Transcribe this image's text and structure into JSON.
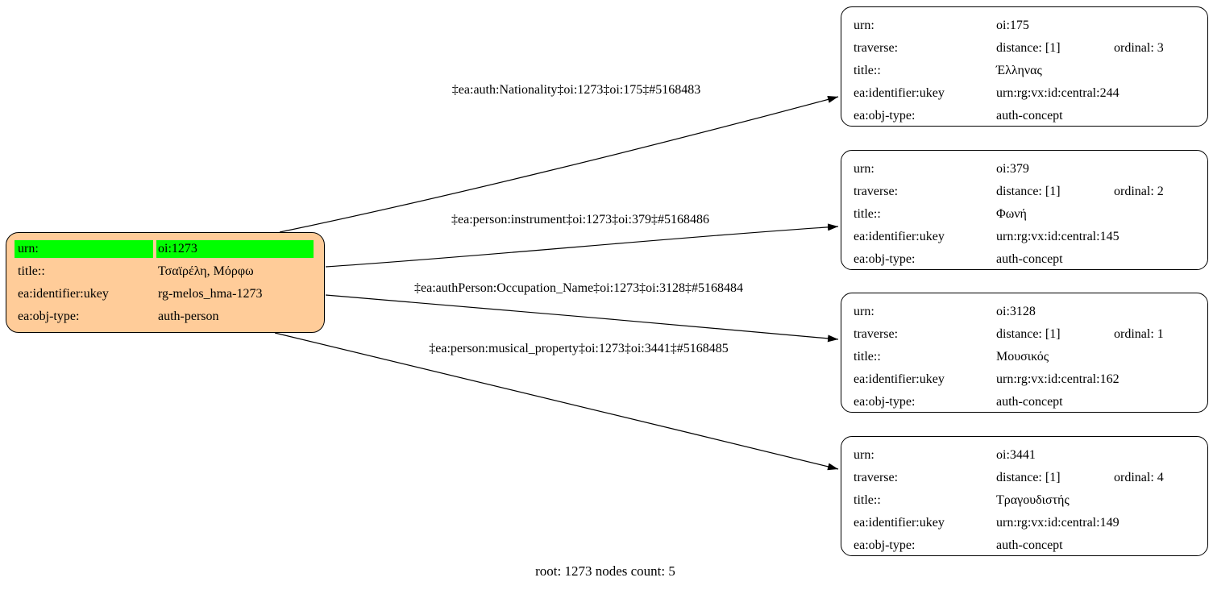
{
  "caption": "root: 1273 nodes count: 5",
  "colors": {
    "root_fill": "#FFCC99",
    "highlight": "#00FF00",
    "node_fill": "#FFFFFF",
    "line": "#000000"
  },
  "root": {
    "rows": [
      {
        "label": "urn:",
        "value": "oi:1273"
      },
      {
        "label": "title::",
        "value": "Τσαϊρέλη, Μόρφω"
      },
      {
        "label": "ea:identifier:ukey",
        "value": "rg-melos_hma-1273"
      },
      {
        "label": "ea:obj-type:",
        "value": "auth-person"
      }
    ]
  },
  "edges": [
    {
      "label": "‡ea:auth:Nationality‡oi:1273‡oi:175‡#5168483"
    },
    {
      "label": "‡ea:person:instrument‡oi:1273‡oi:379‡#5168486"
    },
    {
      "label": "‡ea:authPerson:Occupation_Name‡oi:1273‡oi:3128‡#5168484"
    },
    {
      "label": "‡ea:person:musical_property‡oi:1273‡oi:3441‡#5168485"
    }
  ],
  "nodes": [
    {
      "urn_label": "urn:",
      "urn_value": "oi:175",
      "traverse_label": "traverse:",
      "distance": "distance: [1]",
      "ordinal": "ordinal: 3",
      "title_label": "title::",
      "title_value": "Έλληνας",
      "ukey_label": "ea:identifier:ukey",
      "ukey_value": "urn:rg:vx:id:central:244",
      "objtype_label": "ea:obj-type:",
      "objtype_value": "auth-concept"
    },
    {
      "urn_label": "urn:",
      "urn_value": "oi:379",
      "traverse_label": "traverse:",
      "distance": "distance: [1]",
      "ordinal": "ordinal: 2",
      "title_label": "title::",
      "title_value": "Φωνή",
      "ukey_label": "ea:identifier:ukey",
      "ukey_value": "urn:rg:vx:id:central:145",
      "objtype_label": "ea:obj-type:",
      "objtype_value": "auth-concept"
    },
    {
      "urn_label": "urn:",
      "urn_value": "oi:3128",
      "traverse_label": "traverse:",
      "distance": "distance: [1]",
      "ordinal": "ordinal: 1",
      "title_label": "title::",
      "title_value": "Μουσικός",
      "ukey_label": "ea:identifier:ukey",
      "ukey_value": "urn:rg:vx:id:central:162",
      "objtype_label": "ea:obj-type:",
      "objtype_value": "auth-concept"
    },
    {
      "urn_label": "urn:",
      "urn_value": "oi:3441",
      "traverse_label": "traverse:",
      "distance": "distance: [1]",
      "ordinal": "ordinal: 4",
      "title_label": "title::",
      "title_value": "Τραγουδιστής",
      "ukey_label": "ea:identifier:ukey",
      "ukey_value": "urn:rg:vx:id:central:149",
      "objtype_label": "ea:obj-type:",
      "objtype_value": "auth-concept"
    }
  ]
}
